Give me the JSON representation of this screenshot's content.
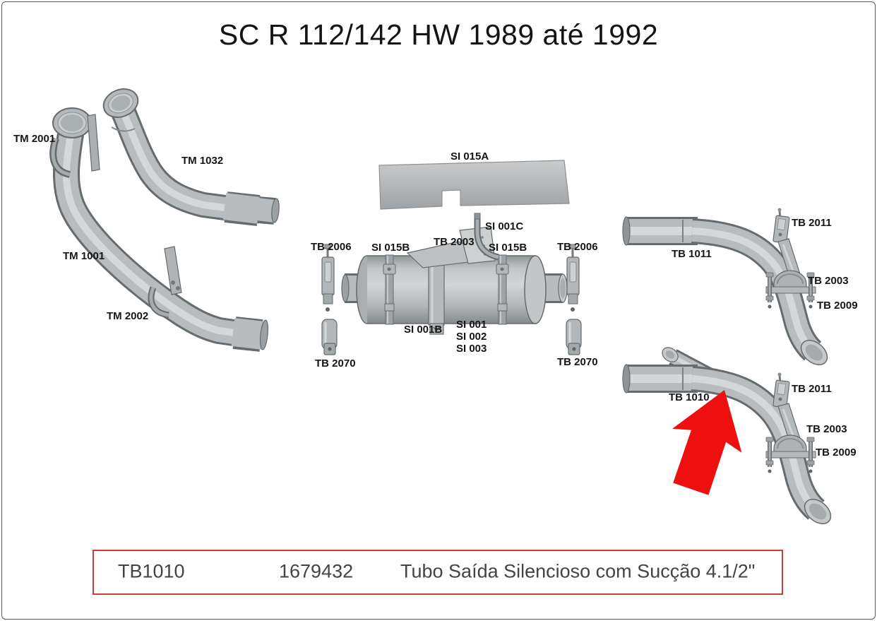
{
  "title": "SC R 112/142 HW 1989 até 1992",
  "diagram": {
    "part_labels": {
      "tm_2001": "TM 2001",
      "tm_1032": "TM 1032",
      "tm_1001": "TM 1001",
      "tm_2002": "TM 2002",
      "si_015a": "SI 015A",
      "si_001c": "SI 001C",
      "tb_2003_center": "TB 2003",
      "tb_2006_left": "TB 2006",
      "si_015b_left": "SI 015B",
      "si_015b_right": "SI 015B",
      "tb_2006_right": "TB 2006",
      "si_001b": "SI 001B",
      "si_001": "SI 001",
      "si_002": "SI 002",
      "si_003": "SI 003",
      "tb_2070_left": "TB 2070",
      "tb_2070_right": "TB 2070",
      "tb_1011": "TB 1011",
      "tb_2011_upper": "TB 2011",
      "tb_2003_upper": "TB 2003",
      "tb_2009_upper": "TB 2009",
      "tb_1010": "TB 1010",
      "tb_2011_lower": "TB 2011",
      "tb_2003_lower": "TB 2003",
      "tb_2009_lower": "TB 2009"
    },
    "highlight_arrow_color": "#ee0f0f"
  },
  "part_table": {
    "code": "TB1010",
    "number": "1679432",
    "description": "Tubo Saída Silencioso com Sucção 4.1/2\"",
    "border_color": "#cd3d38"
  }
}
